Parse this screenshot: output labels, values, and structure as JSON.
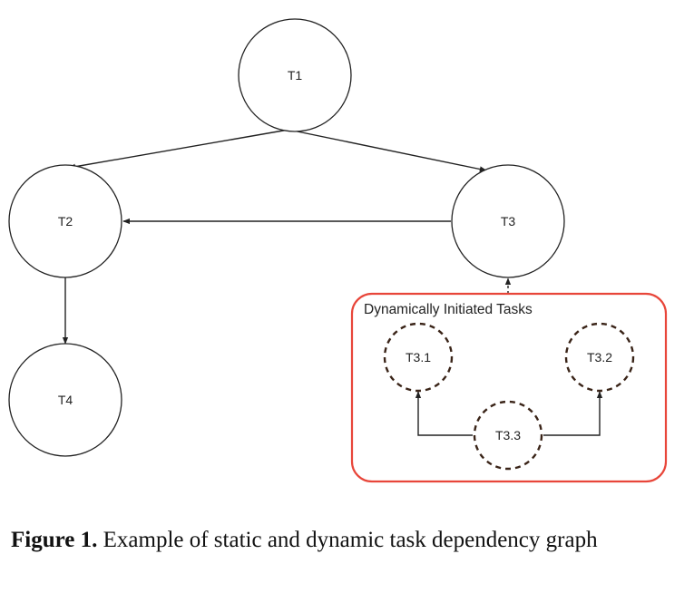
{
  "diagram": {
    "nodes": {
      "t1": "T1",
      "t2": "T2",
      "t3": "T3",
      "t4": "T4",
      "t3_1": "T3.1",
      "t3_2": "T3.2",
      "t3_3": "T3.3"
    },
    "group_label": "Dynamically Initiated Tasks",
    "colors": {
      "stroke": "#222222",
      "dashed_stroke": "#3a2418",
      "group_border": "#e8463a"
    }
  },
  "caption": {
    "label": "Figure 1.",
    "text": "Example of static and dynamic task dependency graph"
  }
}
